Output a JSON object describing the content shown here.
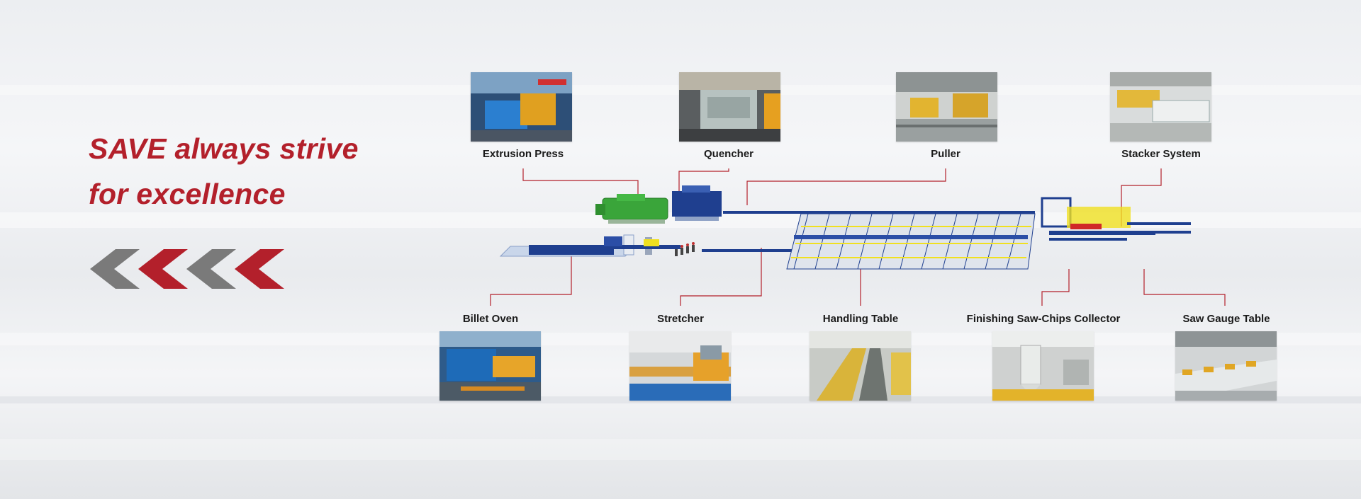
{
  "headline": {
    "line1": "SAVE always strive",
    "line2": "for excellence",
    "color": "#b3202b"
  },
  "chevrons": {
    "colors": [
      "#7a7a7a",
      "#b3202b",
      "#7a7a7a",
      "#b3202b"
    ]
  },
  "stations": {
    "extrusion_press": "Extrusion Press",
    "quencher": "Quencher",
    "puller": "Puller",
    "stacker_system": "Stacker System",
    "billet_oven": "Billet Oven",
    "stretcher": "Stretcher",
    "handling_table": "Handling Table",
    "finishing_saw": "Finishing Saw-Chips Collector",
    "saw_gauge_table": "Saw Gauge Table"
  },
  "colors": {
    "leader_line": "#b3202b",
    "machine_blue": "#1f3f8f",
    "press_green": "#3aa53a",
    "accent_yellow": "#f0e020"
  }
}
